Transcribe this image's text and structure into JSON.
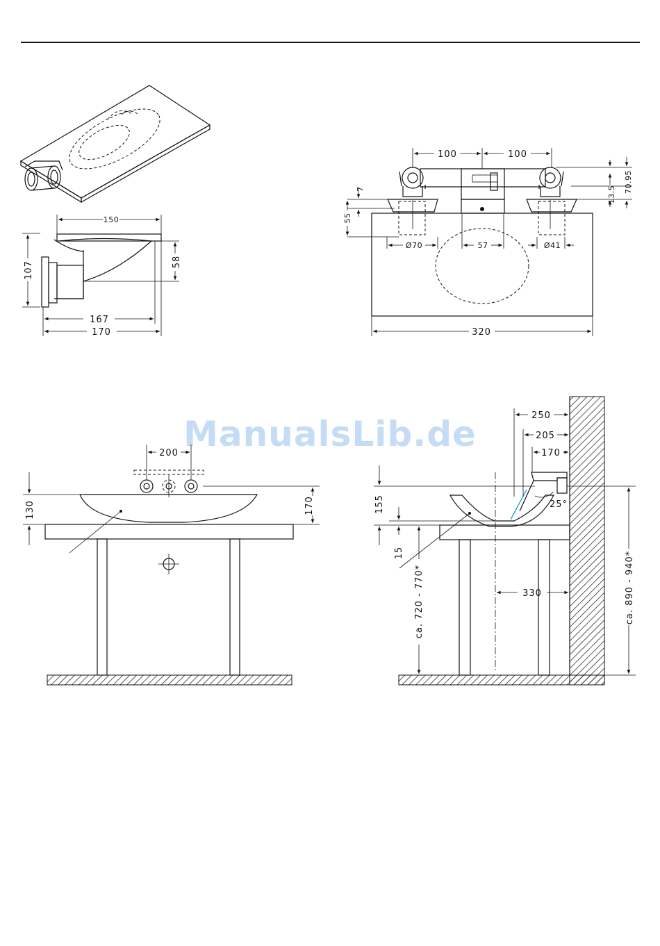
{
  "watermark": "ManualsLib.de",
  "colors": {
    "line": "#111111",
    "watermark": "#7fb2ea",
    "accent_line": "#2aa7c9"
  },
  "figure_side": {
    "dims": {
      "top_width": "150",
      "depth_167": "167",
      "depth_170": "170",
      "height_107": "107",
      "height_58": "58"
    }
  },
  "figure_front": {
    "dims": {
      "spacing_left": "100",
      "spacing_right": "100",
      "d70": "Ø70",
      "d57": "57",
      "d41": "Ø41",
      "width": "320",
      "h55": "55",
      "h7": "7",
      "h13_5": "13.5",
      "h70_95": "70.95"
    }
  },
  "figure_basin_front": {
    "dims": {
      "spacing": "200",
      "h130": "130",
      "h170": "170"
    }
  },
  "figure_basin_side": {
    "dims": {
      "d250": "250",
      "d205": "205",
      "d170": "170",
      "angle": "25°",
      "h155": "155",
      "h15": "15",
      "d330": "330",
      "h_counter": "ca. 720 - 770*",
      "h_spout": "ca. 890 - 940*"
    }
  }
}
